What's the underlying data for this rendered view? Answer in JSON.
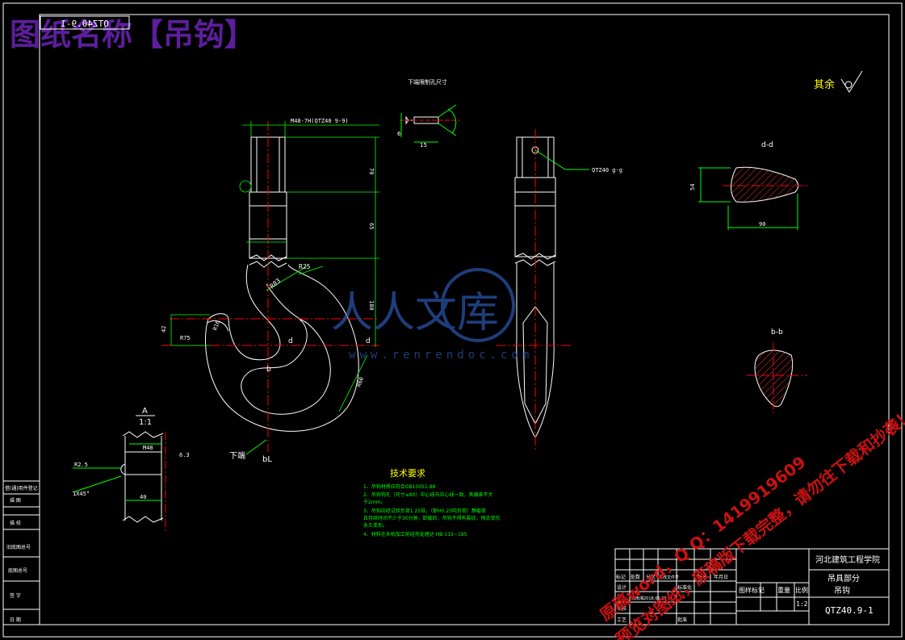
{
  "header": {
    "title": "图纸名称【吊钩】",
    "code_box": "QTZ40.9-1"
  },
  "roughness_note": "其余",
  "views": {
    "detail_label_top": "下端限制孔尺寸",
    "section_dd": "d-d",
    "section_bb": "b-b",
    "detail_a_letter": "A",
    "detail_a_scale": "1:1",
    "bottom_label": "下端",
    "bl_label": "bL",
    "b_label": "b",
    "d_label_left": "d",
    "d_label_right": "d"
  },
  "dimensions": {
    "thread_note": "M48-7H(QTZ40 9-9)",
    "side_note": "QTZ40 g-g",
    "d70": "70",
    "d65": "65",
    "d180": "180",
    "r25": "R25",
    "r83": "R83",
    "d42": "42",
    "r75": "R75",
    "r60": "R60",
    "r16": "R16",
    "dd_width": "90",
    "dd_height": "54",
    "a_m48": "M48",
    "a_r25": "R2.5",
    "a_chamfer": "1X45°",
    "a_40": "40",
    "a_63": "6.3",
    "det_15": "15",
    "det_6": "6"
  },
  "tech_req": {
    "title": "技术要求",
    "lines": [
      "1、吊钩材质应符合GB10051-88",
      "2、吊钩钩孔（尺寸≤80）中心线与中心线一致，其偏差不大",
      "   于2mm。",
      "3、吊钩应经试验负荷1.25倍，（即H0.25吨负荷）静载荷",
      "   且持续时间不少于30分钟，卸载后，吊钩不得有裂纹，残余变形",
      "   永久变形。",
      "4、材料在未机加工前经热处理达 HB-115~185"
    ]
  },
  "left_column": {
    "items": [
      "借(通)用件登记",
      "描  图",
      "",
      "描  校",
      "旧底图总号",
      "底图总号",
      "签  字",
      "日  期"
    ]
  },
  "title_block": {
    "institute": "河北建筑工程学院",
    "part_name_1": "吊具部分",
    "part_name_2": "吊钩",
    "drawing_no": "QTZ40.9-1",
    "scale_label": "比例",
    "scale_value": "1:2",
    "weight_label": "重量",
    "marks_label": "图样标记",
    "row_labels": [
      "标记",
      "处数",
      "分区",
      "更改文件号",
      "签名",
      "年月日"
    ],
    "design": "设计",
    "standardize": "标准化",
    "review": "审核",
    "craft": "工艺",
    "approve": "批准",
    "designer_date": "湖南湘2018.06.20"
  },
  "watermark": {
    "brand": "人人文库",
    "site": "www.renrendoc.com",
    "note1": "原稿word，Q Q：1419919609",
    "note2": "预览对图纸，原稿版下载完整，请勿往下载和抄袭！"
  },
  "colors": {
    "bg": "#000000",
    "line": "#ffffff",
    "dim": "#00ff00",
    "center": "#ff0000",
    "yellow": "#ffff00",
    "title": "#5c1e9c",
    "hatch": "#ff3333",
    "watermark_red": "#cc1111",
    "watermark_blue": "#3366cc"
  }
}
